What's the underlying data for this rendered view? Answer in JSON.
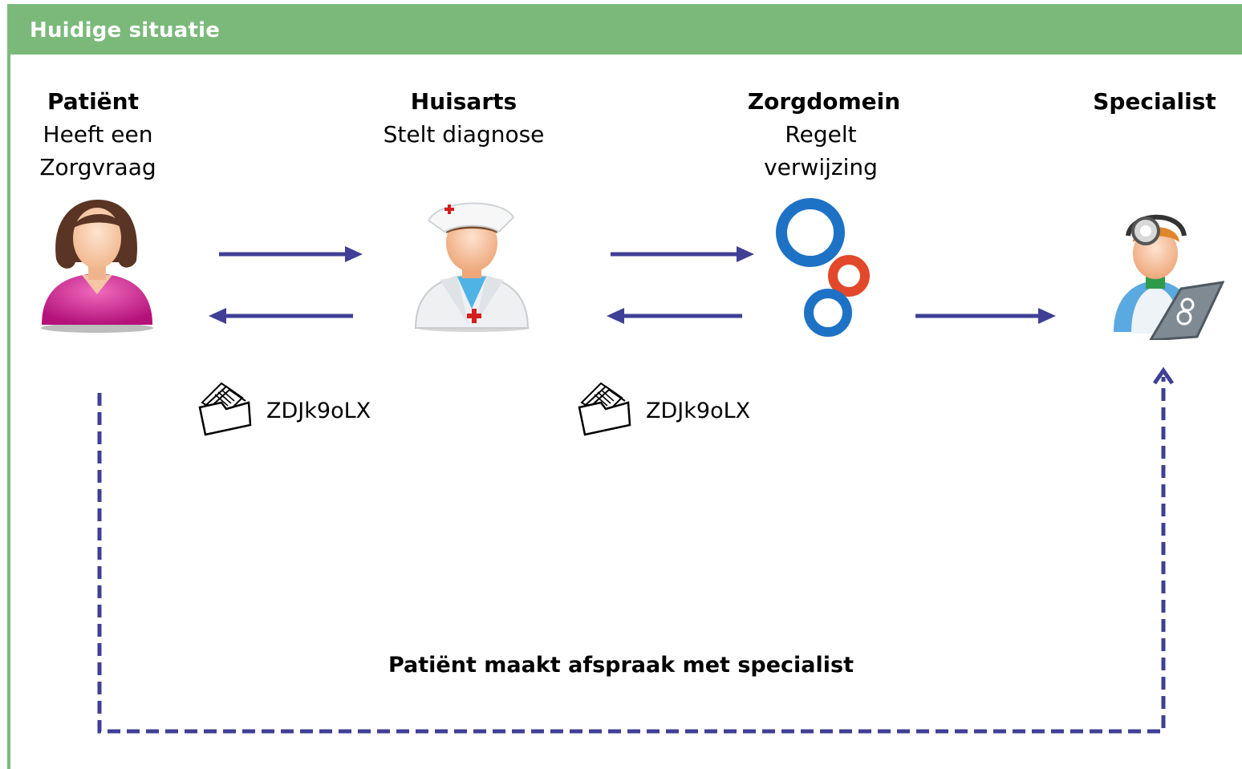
{
  "header": {
    "title": "Huidige situatie"
  },
  "actors": [
    {
      "name": "Patiënt",
      "desc_line1": "Heeft een",
      "desc_line2": "Zorgvraag",
      "icon": "patient-woman-icon"
    },
    {
      "name": "Huisarts",
      "desc_line1": "Stelt diagnose",
      "desc_line2": "",
      "icon": "nurse-doctor-icon"
    },
    {
      "name": "Zorgdomein",
      "desc_line1": "Regelt",
      "desc_line2": "verwijzing",
      "icon": "zorgdomein-logo-icon"
    },
    {
      "name": "Specialist",
      "desc_line1": "",
      "desc_line2": "",
      "icon": "specialist-doctor-laptop-icon"
    }
  ],
  "documents": [
    {
      "code": "ZDJk9oLX",
      "icon": "folder-documents-icon"
    },
    {
      "code": "ZDJk9oLX",
      "icon": "folder-documents-icon"
    }
  ],
  "note": "Patiënt maakt afspraak met specialist",
  "colors": {
    "header": "#7bb97b",
    "arrow": "#3f3f95",
    "logo_blue": "#1e72c6",
    "logo_red": "#e2482a",
    "patient_pink": "#cc1f8c"
  }
}
